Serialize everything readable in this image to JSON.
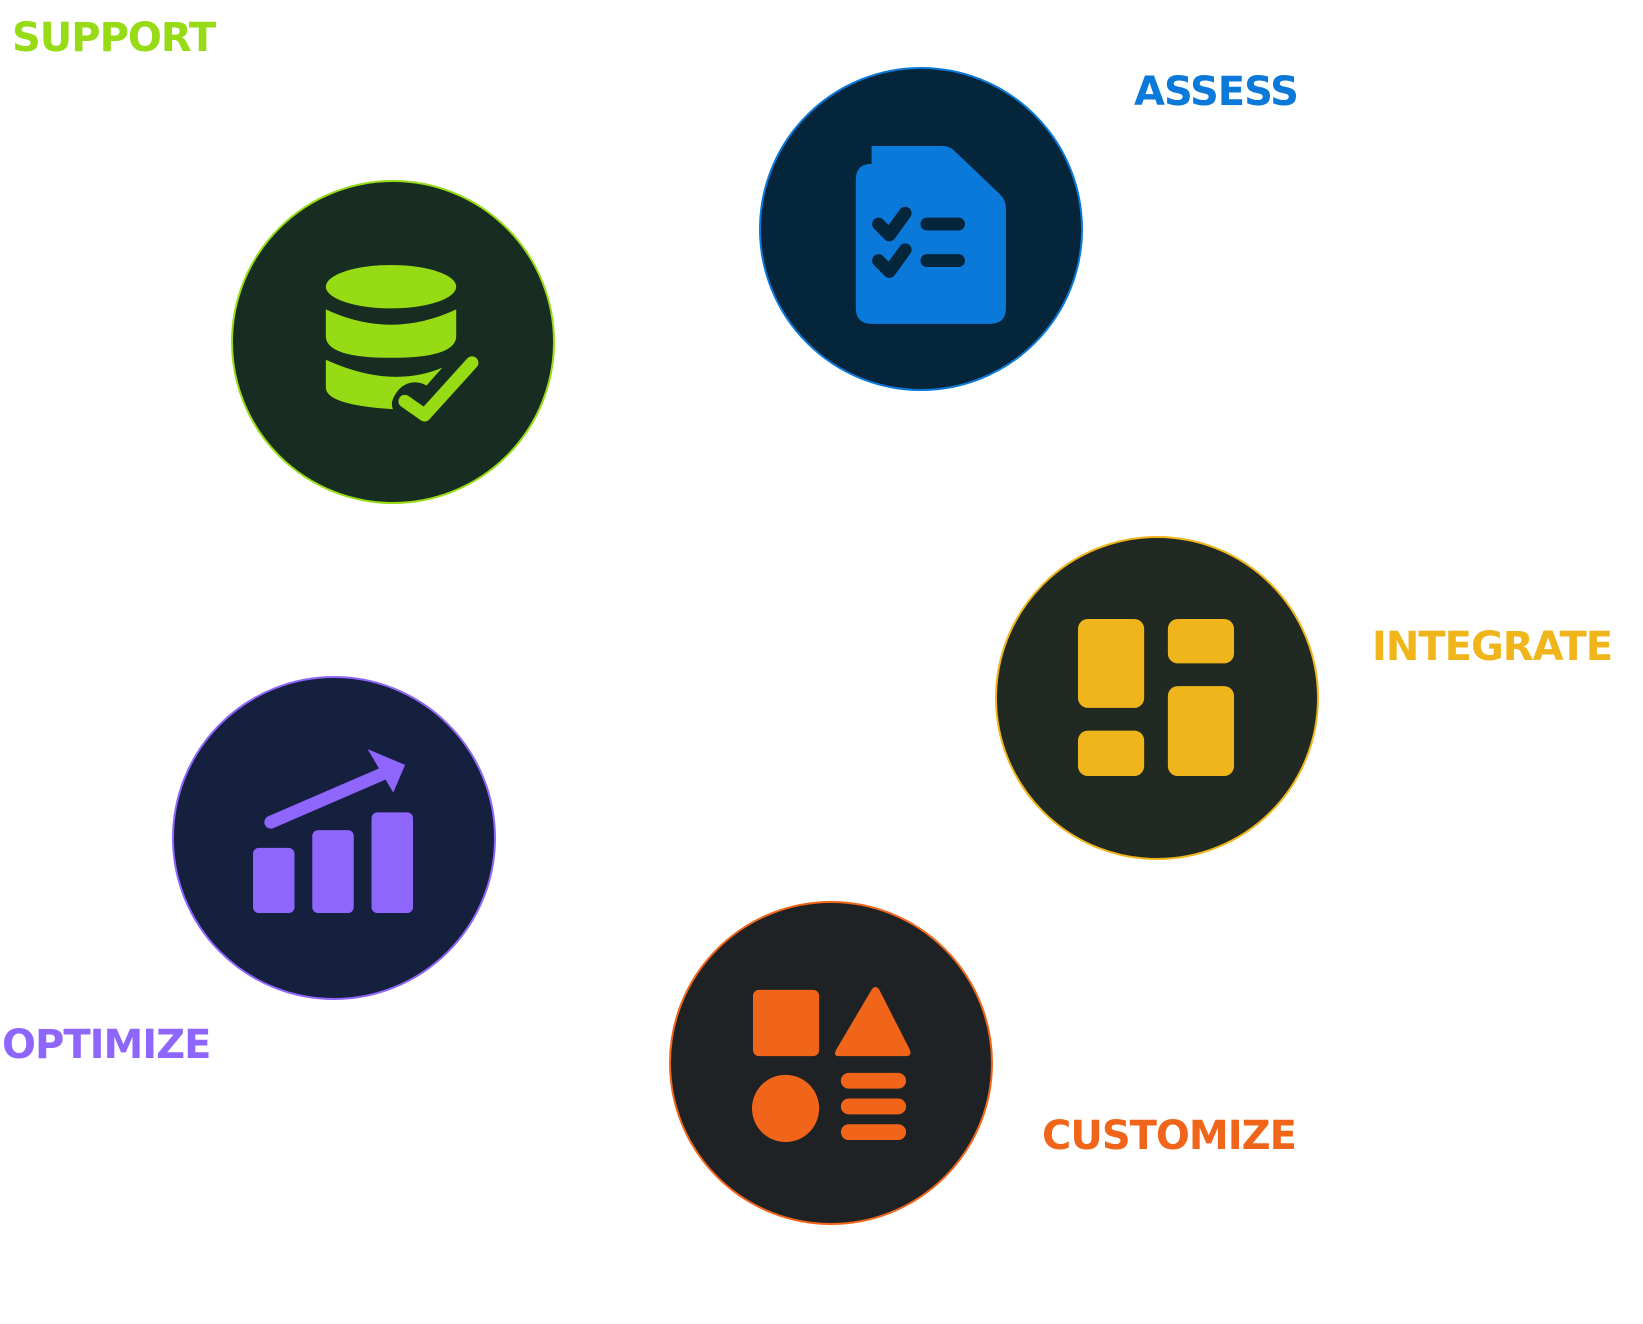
{
  "steps": {
    "support": {
      "label": "SUPPORT",
      "accent": "#97DB14",
      "circle_fill": "#172D22",
      "icon": "database-check-icon"
    },
    "assess": {
      "label": "ASSESS",
      "accent": "#0A79D9",
      "circle_fill": "#05253A",
      "icon": "checklist-document-icon"
    },
    "integrate": {
      "label": "INTEGRATE",
      "accent": "#F0B51A",
      "circle_fill": "#212A22",
      "icon": "dashboard-layout-icon"
    },
    "optimize": {
      "label": "OPTIMIZE",
      "accent": "#8E66FC",
      "circle_fill": "#151F3E",
      "icon": "growth-chart-icon"
    },
    "customize": {
      "label": "CUSTOMIZE",
      "accent": "#F0651A",
      "circle_fill": "#1F2224",
      "icon": "shapes-icon"
    }
  }
}
